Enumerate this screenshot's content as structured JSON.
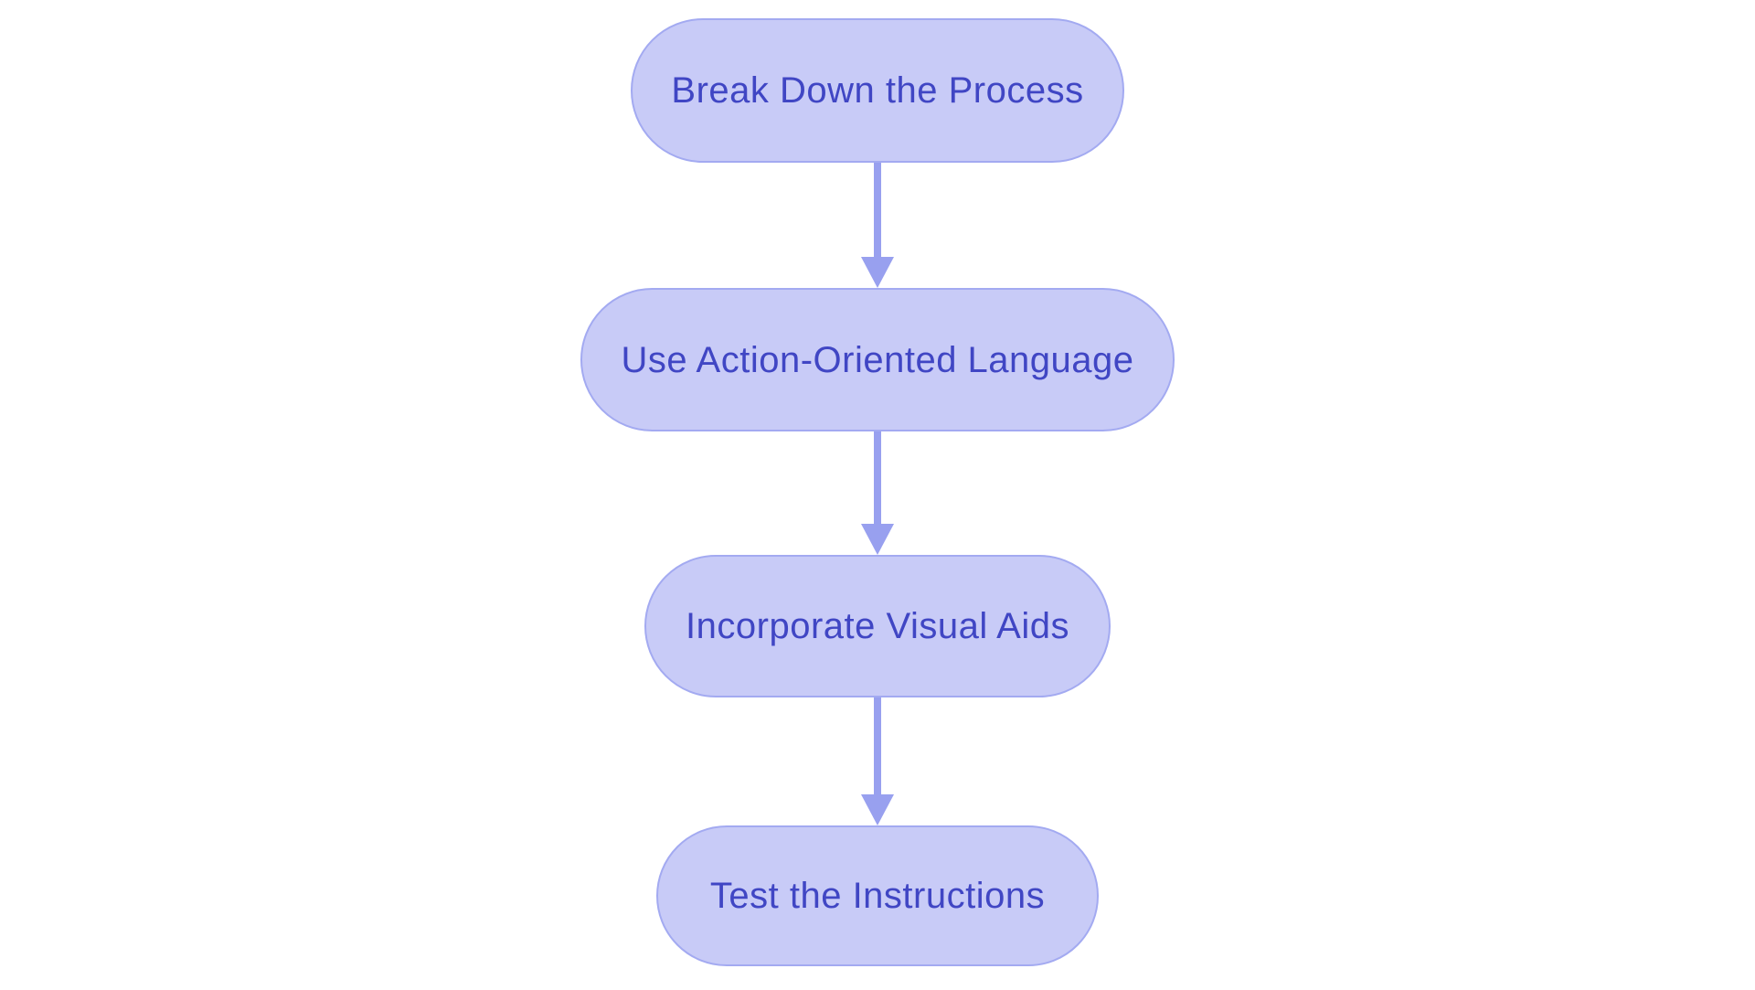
{
  "diagram": {
    "type": "flowchart",
    "direction": "top-down",
    "nodes": [
      {
        "id": "n1",
        "label": "Break Down the Process"
      },
      {
        "id": "n2",
        "label": "Use Action-Oriented Language"
      },
      {
        "id": "n3",
        "label": "Incorporate Visual Aids"
      },
      {
        "id": "n4",
        "label": "Test the Instructions"
      }
    ],
    "edges": [
      {
        "from": "n1",
        "to": "n2"
      },
      {
        "from": "n2",
        "to": "n3"
      },
      {
        "from": "n3",
        "to": "n4"
      }
    ],
    "colors": {
      "node-fill": "#c8cbf7",
      "node-border": "#a3aaf1",
      "node-text": "#4046c4",
      "arrow": "#98a0ef",
      "background": "#ffffff"
    }
  }
}
